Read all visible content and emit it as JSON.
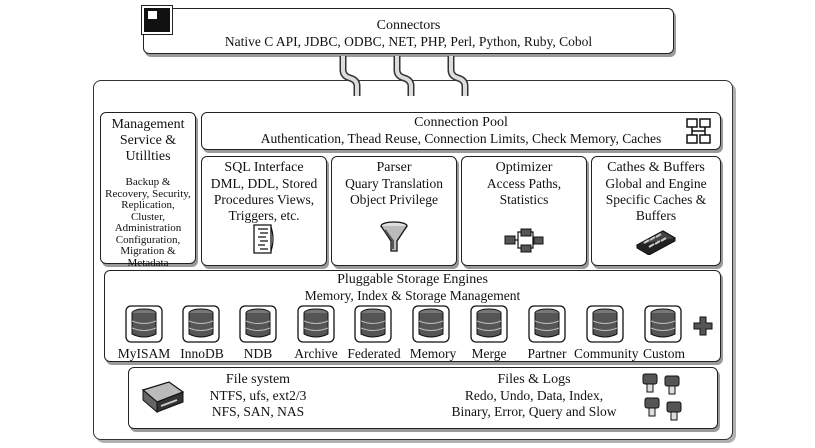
{
  "connectors": {
    "title": "Connectors",
    "list": "Native C API, JDBC, ODBC, NET, PHP, Perl, Python, Ruby, Cobol"
  },
  "management": {
    "title_lines": [
      "Management",
      "Service &",
      "Utillties"
    ],
    "items_lines": [
      "Backup &",
      "Recovery, Security,",
      "Replication,",
      "Cluster,",
      "Administration",
      "Configuration,",
      "Migration &",
      "Metadata"
    ]
  },
  "connection_pool": {
    "title": "Connection Pool",
    "subtitle": "Authentication, Thead Reuse, Connection Limits, Check Memory, Caches"
  },
  "components": [
    {
      "title": "SQL Interface",
      "lines": [
        "DML, DDL, Stored",
        "Procedures Views,",
        "Triggers, etc."
      ],
      "icon": "document-list-icon"
    },
    {
      "title": "Parser",
      "lines": [
        "Quary Translation",
        "Object Privilege"
      ],
      "icon": "funnel-icon"
    },
    {
      "title": "Optimizer",
      "lines": [
        "Access Paths,",
        "Statistics"
      ],
      "icon": "flowchart-icon"
    },
    {
      "title": "Cathes & Buffers",
      "lines": [
        "Global and Engine",
        "Specific Caches &",
        "Buffers"
      ],
      "icon": "memory-chip-icon"
    }
  ],
  "storage_engines": {
    "title": "Pluggable Storage Engines",
    "subtitle": "Memory, Index & Storage Management",
    "engines": [
      "MyISAM",
      "InnoDB",
      "NDB",
      "Archive",
      "Federated",
      "Memory",
      "Merge",
      "Partner",
      "Community",
      "Custom"
    ]
  },
  "file_system": {
    "title": "File system",
    "lines": [
      "NTFS, ufs, ext2/3",
      "NFS, SAN, NAS"
    ]
  },
  "files_logs": {
    "title": "Files & Logs",
    "lines": [
      "Redo, Undo, Data, Index,",
      "Binary, Error, Query and Slow"
    ]
  }
}
